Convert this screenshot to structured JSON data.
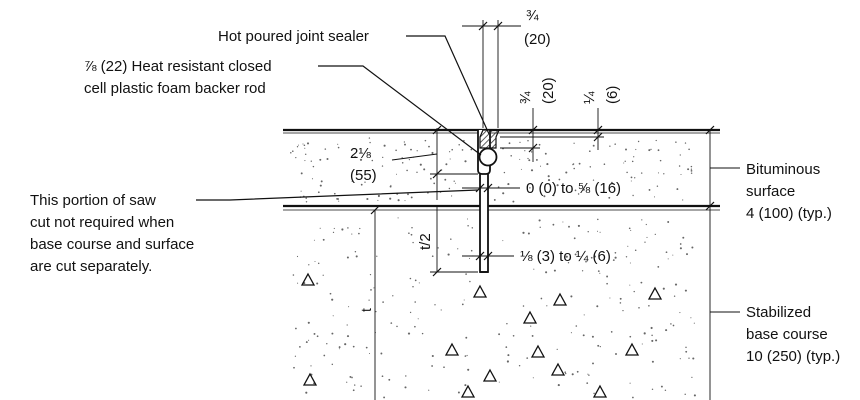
{
  "labels": {
    "joint_sealer": "Hot poured joint sealer",
    "backer_rod_line1": "⅞ (22) Heat resistant closed",
    "backer_rod_line2": "cell plastic foam backer rod",
    "width_top_frac": "¾",
    "width_top_mm": "(20)",
    "depth_frac": "¾",
    "depth_mm": "(20)",
    "recess_frac": "¼",
    "recess_mm": "(6)",
    "offset_frac": "2⅛",
    "offset_mm": "(55)",
    "saw_note_line1": "This portion of saw",
    "saw_note_line2": "cut not required when",
    "saw_note_line3": "base course and surface",
    "saw_note_line4": "are cut separately.",
    "gap_range": "0 (0) to ⅝ (16)",
    "half_thickness": "t/2",
    "thickness": "t",
    "cut_width_range": "⅛ (3) to ¼ (6)",
    "surface_line1": "Bituminous",
    "surface_line2": "surface",
    "surface_line3": "4 (100) (typ.)",
    "base_line1": "Stabilized",
    "base_line2": "base course",
    "base_line3": "10 (250) (typ.)"
  },
  "colors": {
    "ink": "#111111",
    "background": "#ffffff",
    "hatch": "#333333",
    "speckle": "#666666"
  }
}
